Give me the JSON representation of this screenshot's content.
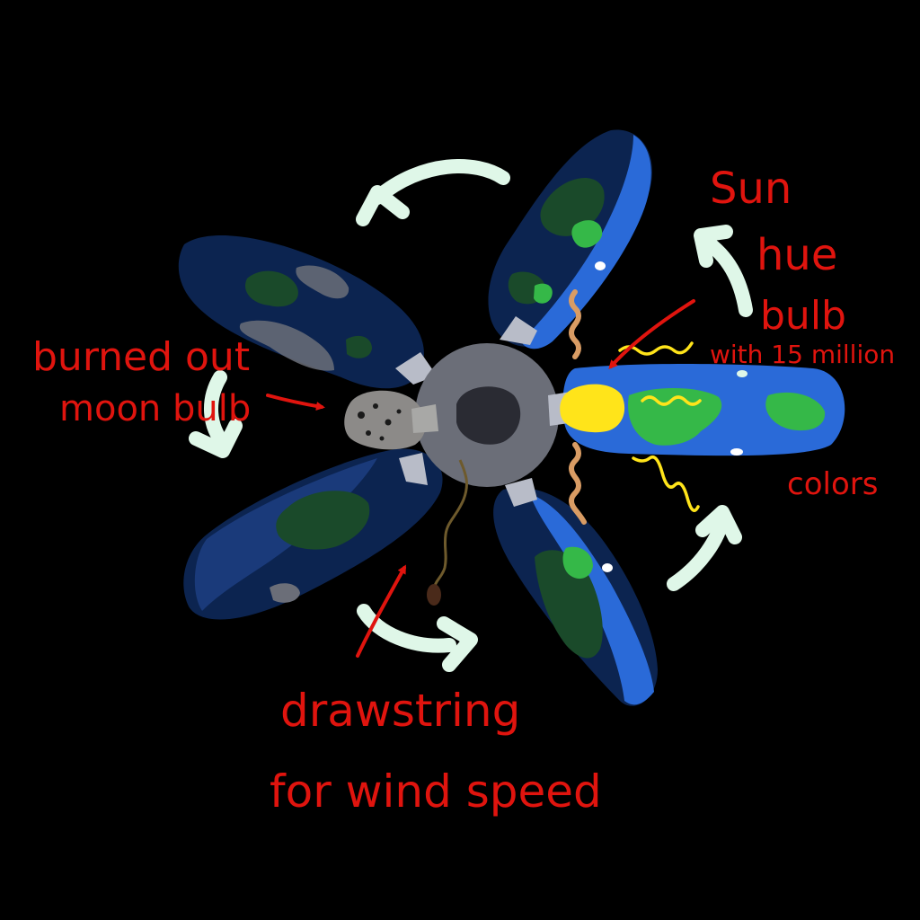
{
  "labels": {
    "sun_line1": "Sun",
    "sun_line2": "hue",
    "sun_line3": "bulb",
    "sun_line4": "with 15 million",
    "sun_line5": "colors",
    "moon_line1": "burned out",
    "moon_line2": "moon bulb",
    "draw_line1": "drawstring",
    "draw_line2": "for wind speed"
  },
  "colors": {
    "background": "#000000",
    "ocean": "#2a6ad8",
    "blade_shadow": "#0c2450",
    "land": "#35b848",
    "land_dark": "#1a4a2a",
    "hub": "#6b6e78",
    "hub_dark": "#2a2b33",
    "sun_bulb": "#ffe41a",
    "moon_bulb": "#8c8a88",
    "annotation_red": "#e0140e",
    "rotation_arrow": "#dff7e8",
    "drawstring": "#6e5a2c",
    "heat_squiggle": "#ffe41a",
    "cord_squiggle": "#d99c64"
  },
  "icons": {
    "rotation": "curved-arrow-icon",
    "pointer": "red-pointer-arrow-icon"
  }
}
